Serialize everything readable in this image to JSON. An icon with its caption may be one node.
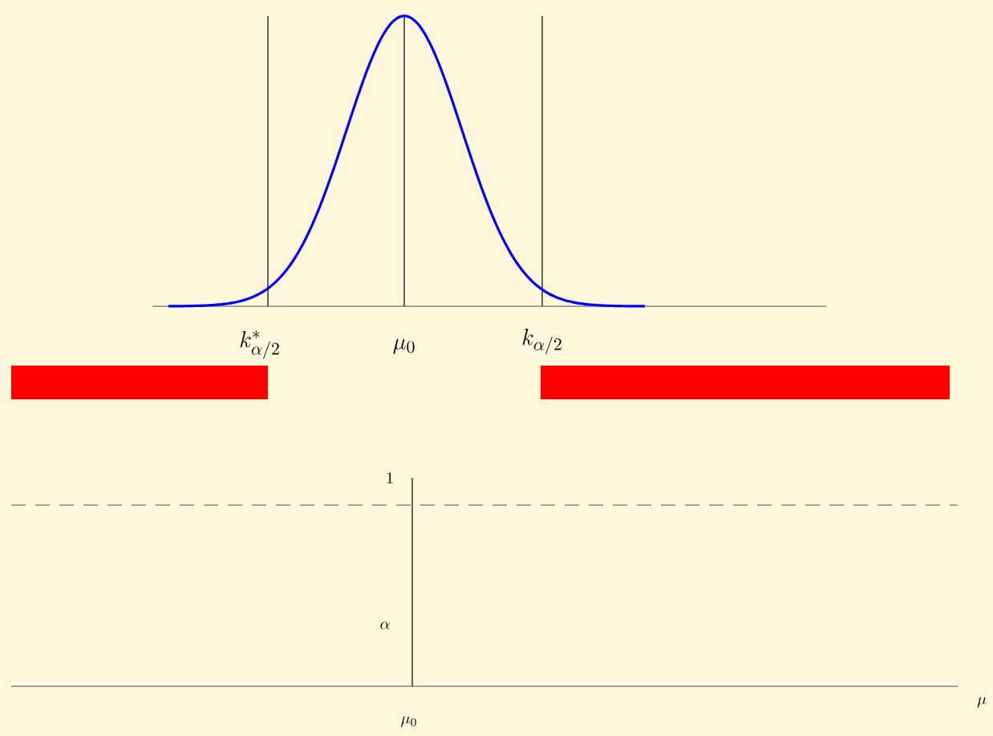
{
  "diagram": {
    "labels": [
      "k^*_{\\alpha/2}",
      "\\mu_0",
      "k_{\\alpha/2}",
      "1",
      "\\alpha",
      "\\mu_0",
      "\\mu"
    ]
  }
}
